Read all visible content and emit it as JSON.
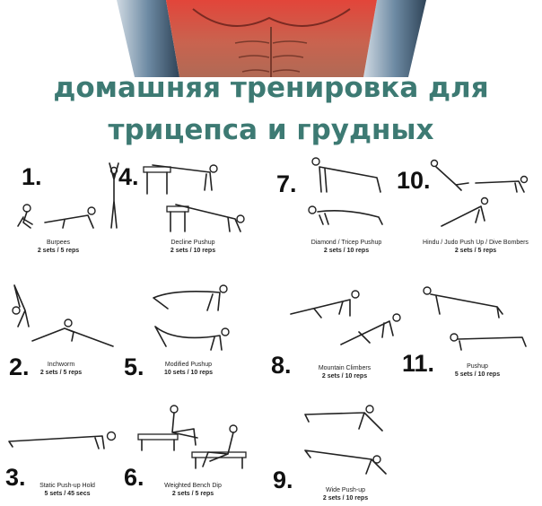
{
  "title": {
    "line1": "домашняя тренировка для",
    "line2": "трицепса и грудных"
  },
  "colors": {
    "title": "#3d7a73"
  },
  "exercises": [
    {
      "num": "1.",
      "name": "Burpees",
      "sets": "2 sets / 5 reps"
    },
    {
      "num": "2.",
      "name": "Inchworm",
      "sets": "2 sets / 5 reps"
    },
    {
      "num": "3.",
      "name": "Static Push-up Hold",
      "sets": "5 sets / 45 secs"
    },
    {
      "num": "4.",
      "name": "Decline Pushup",
      "sets": "2 sets / 10 reps"
    },
    {
      "num": "5.",
      "name": "Modified Pushup",
      "sets": "10 sets / 10 reps"
    },
    {
      "num": "6.",
      "name": "Weighted Bench Dip",
      "sets": "2 sets / 5 reps"
    },
    {
      "num": "7.",
      "name": "Diamond / Tricep Pushup",
      "sets": "2 sets / 10 reps"
    },
    {
      "num": "8.",
      "name": "Mountain Climbers",
      "sets": "2 sets / 10 reps"
    },
    {
      "num": "9.",
      "name": "Wide Push-up",
      "sets": "2 sets / 10 reps"
    },
    {
      "num": "10.",
      "name": "Hindu / Judo Push Up / Dive Bombers",
      "sets": "2 sets / 5 reps"
    },
    {
      "num": "11.",
      "name": "Pushup",
      "sets": "5 sets / 10 reps"
    }
  ]
}
